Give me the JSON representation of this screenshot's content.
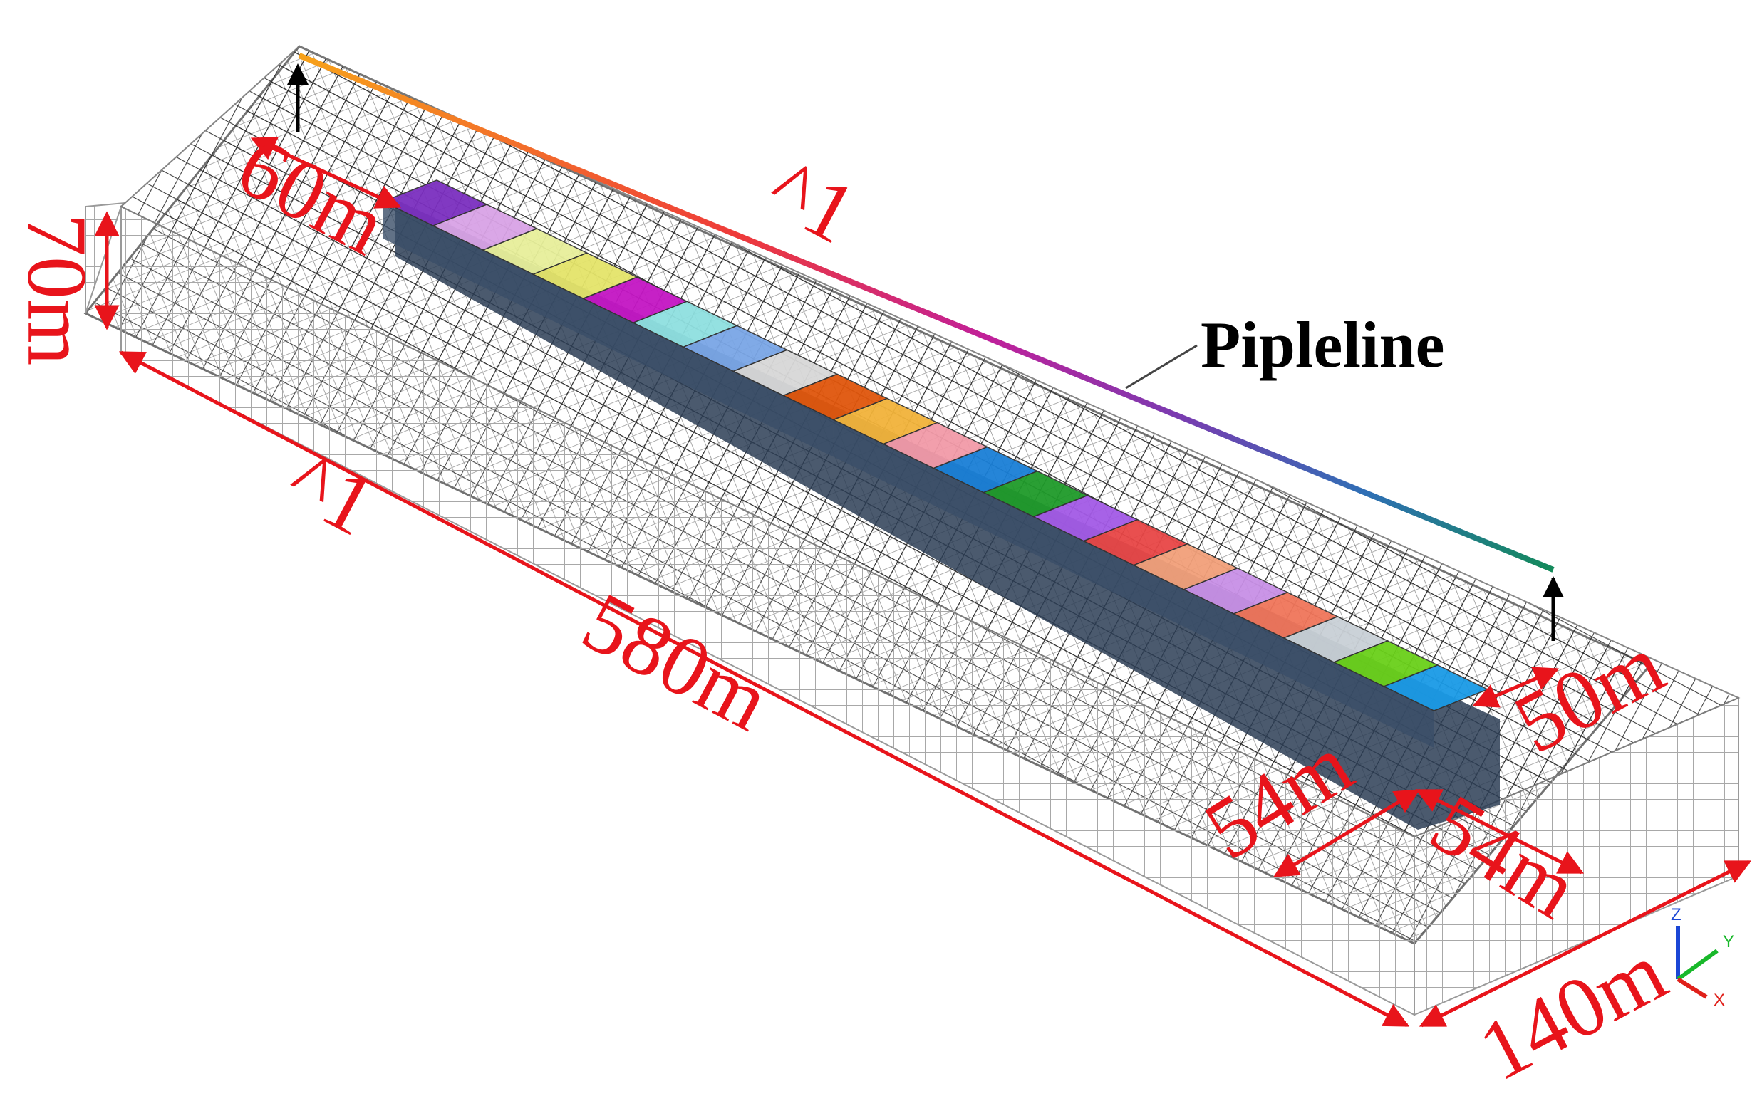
{
  "labels": {
    "pipeline": "Pipleline",
    "dim_height": "70m",
    "dim_top_width": "60m",
    "dim_length": "580m",
    "dim_width": "140m",
    "dim_end": "50m",
    "dim_cavern_a": "54m",
    "dim_cavern_b": "54m",
    "break_mark_top": "^1",
    "break_mark_left": "^1"
  },
  "axes_triad": {
    "z": "Z",
    "y": "Y",
    "x": "X"
  },
  "colors": {
    "dimension": "#e8141b",
    "mesh": "#1a1a1a",
    "mesh_light": "#9a9a9a",
    "pipeline_gradient": [
      "#f7a21a",
      "#ee3a3a",
      "#c0209a",
      "#7a3bb0",
      "#2f6fb5",
      "#138a5a"
    ]
  },
  "cavern_blocks": [
    "#7b2fbf",
    "#d9a3e6",
    "#e7ef9a",
    "#e4e46a",
    "#c416c4",
    "#8fe0e0",
    "#7aa6e6",
    "#d8d8d8",
    "#e0560c",
    "#f2b33a",
    "#f29aa8",
    "#1a7fd6",
    "#1f9a2a",
    "#a35ae6",
    "#e84646",
    "#f2a07a",
    "#c890e6",
    "#f0755a",
    "#c9d0d6",
    "#6ad01a",
    "#1a9ae6"
  ]
}
